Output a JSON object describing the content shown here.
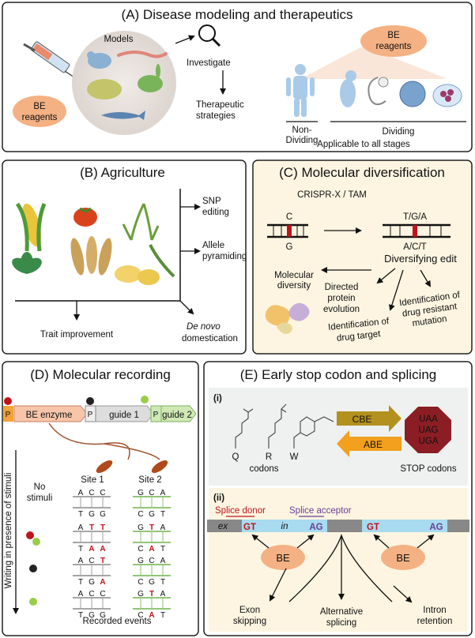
{
  "panel_a": {
    "title": "(A) Disease modeling and therapeutics",
    "models_label": "Models",
    "be_reagents_left": [
      "BE",
      "reagents"
    ],
    "investigate": "Investigate",
    "therapeutic": [
      "Therapeutic",
      "strategies"
    ],
    "be_reagents_right": [
      "BE",
      "reagents"
    ],
    "non_dividing": [
      "Non-",
      "Dividing"
    ],
    "dividing": "Dividing",
    "applicable": "Applicable to all stages"
  },
  "panel_b": {
    "title": "(B) Agriculture",
    "snp": [
      "SNP",
      "editing"
    ],
    "allele": [
      "Allele",
      "pyramiding"
    ],
    "trait": "Trait improvement",
    "denovo": [
      "De novo",
      "domestication"
    ]
  },
  "panel_c": {
    "title": "(C) Molecular diversification",
    "method": "CRISPR-X / TAM",
    "top_left_base": "C",
    "bottom_left_base": "G",
    "top_right_base": "T/G/A",
    "bottom_right_base": "A/C/T",
    "diversifying": "Diversifying edit",
    "mol_diversity": [
      "Molecular",
      "diversity"
    ],
    "directed": [
      "Directed",
      "protein",
      "evolution"
    ],
    "drug_resistant": [
      "Identification of",
      "drug resistant",
      "mutation"
    ],
    "drug_target": [
      "Identification of",
      "drug target"
    ]
  },
  "panel_d": {
    "title": "(D) Molecular recording",
    "p": "P",
    "be_enzyme": "BE enzyme",
    "guide1": "guide 1",
    "guide2": "guide 2",
    "site1": "Site 1",
    "site2": "Site 2",
    "no_stimuli": [
      "No",
      "stimuli"
    ],
    "vertical": "Writing in presence of stimuli",
    "recorded": "Recorded events",
    "rows": [
      {
        "s1top": [
          "A",
          "C",
          "C"
        ],
        "s1bot": [
          "T",
          "G",
          "G"
        ],
        "s2top": [
          "G",
          "C",
          "A"
        ],
        "s2bot": [
          "C",
          "G",
          "T"
        ]
      },
      {
        "s1top": [
          "A",
          "T",
          "T"
        ],
        "s1bot": [
          "T",
          "A",
          "A"
        ],
        "s2top": [
          "G",
          "T",
          "A"
        ],
        "s2bot": [
          "C",
          "A",
          "T"
        ]
      },
      {
        "s1top": [
          "A",
          "C",
          "T"
        ],
        "s1bot": [
          "T",
          "G",
          "A"
        ],
        "s2top": [
          "G",
          "C",
          "A"
        ],
        "s2bot": [
          "C",
          "G",
          "T"
        ]
      },
      {
        "s1top": [
          "A",
          "C",
          "C"
        ],
        "s1bot": [
          "T",
          "G",
          "G"
        ],
        "s2top": [
          "G",
          "T",
          "A"
        ],
        "s2bot": [
          "C",
          "A",
          "T"
        ]
      }
    ]
  },
  "panel_e": {
    "title": "(E) Early stop codon and splicing",
    "sub_i": "(i)",
    "sub_ii": "(ii)",
    "aa": [
      "Q",
      "R",
      "W"
    ],
    "codons": "codons",
    "cbe": "CBE",
    "abe": "ABE",
    "stop_codons": [
      "UAA",
      "UAG",
      "UGA"
    ],
    "stop_label": "STOP codons",
    "splice_donor": "Splice donor",
    "splice_acceptor": "Splice acceptor",
    "ex": "ex",
    "in": "in",
    "gt": "GT",
    "ag": "AG",
    "be": "BE",
    "exon_skip": [
      "Exon",
      "skipping"
    ],
    "alt_splice": [
      "Alternative",
      "splicing"
    ],
    "intron_ret": [
      "Intron",
      "retention"
    ]
  }
}
